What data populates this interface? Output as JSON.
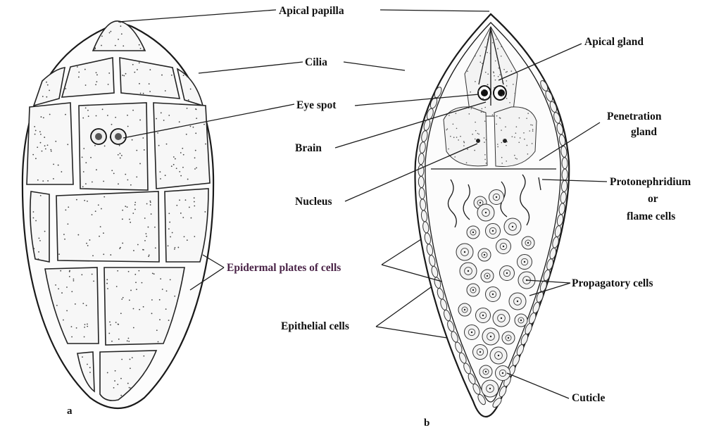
{
  "labels": {
    "apical_papilla": "Apical papilla",
    "cilia": "Cilia",
    "eye_spot": "Eye spot",
    "apical_gland": "Apical gland",
    "brain": "Brain",
    "penetration_gland_1": "Penetration",
    "penetration_gland_2": "gland",
    "nucleus": "Nucleus",
    "protonephridium_1": "Protonephridium",
    "protonephridium_2": "or",
    "protonephridium_3": "flame cells",
    "epidermal_plates": "Epidermal plates of cells",
    "propagatory_cells": "Propagatory cells",
    "epithelial_cells": "Epithelial cells",
    "cuticle": "Cuticle"
  },
  "figure_letters": {
    "a": "a",
    "b": "b"
  },
  "colors": {
    "ink": "#111111",
    "epidermal_label": "#4a2347",
    "background": "#ffffff"
  }
}
